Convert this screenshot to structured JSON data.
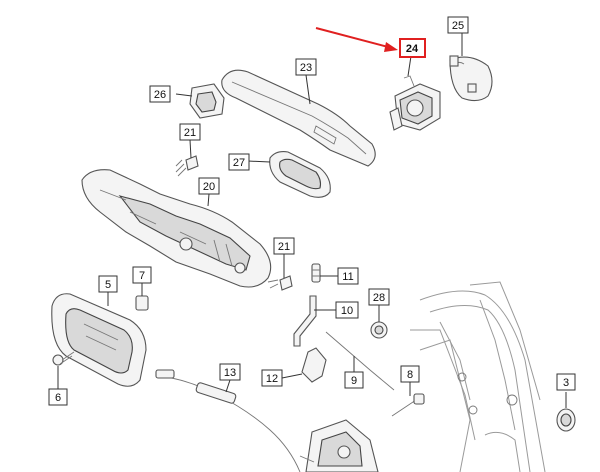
{
  "callouts": {
    "c25": "25",
    "c24": "24",
    "c23": "23",
    "c26": "26",
    "c21a": "21",
    "c27": "27",
    "c20": "20",
    "c21b": "21",
    "c11": "11",
    "c10": "10",
    "c5": "5",
    "c7": "7",
    "c28": "28",
    "c6": "6",
    "c13": "13",
    "c12": "12",
    "c9": "9",
    "c8": "8",
    "c3": "3"
  },
  "colors": {
    "highlight": "#e02020",
    "line": "#555555"
  }
}
